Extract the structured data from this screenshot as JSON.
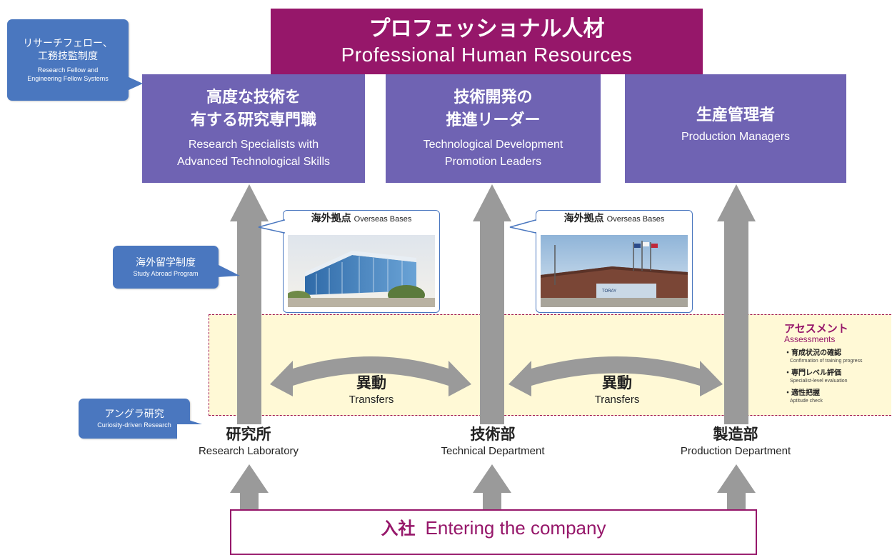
{
  "banner": {
    "jp": "プロフェッショナル人材",
    "en": "Professional Human Resources"
  },
  "careers": [
    {
      "jp1": "高度な技術を",
      "jp2": "有する研究専門職",
      "en1": "Research Specialists with",
      "en2": "Advanced Technological Skills"
    },
    {
      "jp1": "技術開発の",
      "jp2": "推進リーダー",
      "en1": "Technological Development",
      "en2": "Promotion Leaders"
    },
    {
      "jp1": "生産管理者",
      "jp2": "",
      "en1": "Production Managers",
      "en2": ""
    }
  ],
  "callouts": {
    "fellow": {
      "jp1": "リサーチフェロー、",
      "jp2": "工務技監制度",
      "en1": "Research Fellow and",
      "en2": "Engineering Fellow Systems"
    },
    "study_abroad": {
      "jp": "海外留学制度",
      "en": "Study Abroad Program"
    },
    "curiosity": {
      "jp": "アングラ研究",
      "en": "Curiosity-driven Research"
    }
  },
  "overseas": [
    {
      "jp": "海外拠点",
      "en": "Overseas Bases"
    },
    {
      "jp": "海外拠点",
      "en": "Overseas Bases"
    }
  ],
  "transfers": [
    {
      "jp": "異動",
      "en": "Transfers"
    },
    {
      "jp": "異動",
      "en": "Transfers"
    }
  ],
  "departments": [
    {
      "jp": "研究所",
      "en": "Research Laboratory"
    },
    {
      "jp": "技術部",
      "en": "Technical Department"
    },
    {
      "jp": "製造部",
      "en": "Production Department"
    }
  ],
  "assessments": {
    "title_jp": "アセスメント",
    "title_en": "Assessments",
    "items": [
      {
        "jp": "・育成状況の確認",
        "en": "Confirmation of training progress"
      },
      {
        "jp": "・専門レベル評価",
        "en": "Specialist-level evaluation"
      },
      {
        "jp": "・適性把握",
        "en": "Aptitude check"
      }
    ]
  },
  "photo_sign": "TORAY",
  "entering": {
    "jp": "入社",
    "en": "Entering the company"
  },
  "colors": {
    "banner": "#96176a",
    "career_box": "#6f63b3",
    "callout": "#4a77bf",
    "arrow": "#9a9a9a",
    "zone": "#fff9d6"
  }
}
